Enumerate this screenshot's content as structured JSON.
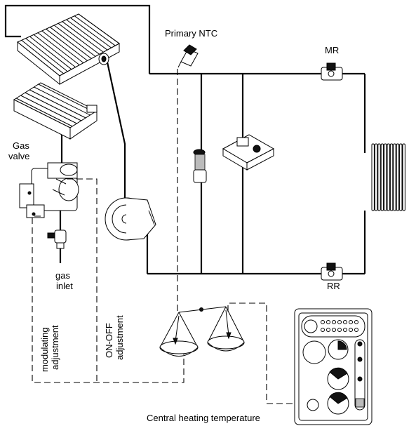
{
  "labels": {
    "primary_ntc": "Primary NTC",
    "mr": "MR",
    "rr": "RR",
    "gas_valve_line1": "Gas",
    "gas_valve_line2": "valve",
    "gas_inlet_line1": "gas",
    "gas_inlet_line2": "inlet",
    "modulating_line1": "modulating",
    "modulating_line2": "adjustment",
    "onoff_line1": "ON-OFF",
    "onoff_line2": "adjustment",
    "central_heating": "Central heating temperature"
  }
}
